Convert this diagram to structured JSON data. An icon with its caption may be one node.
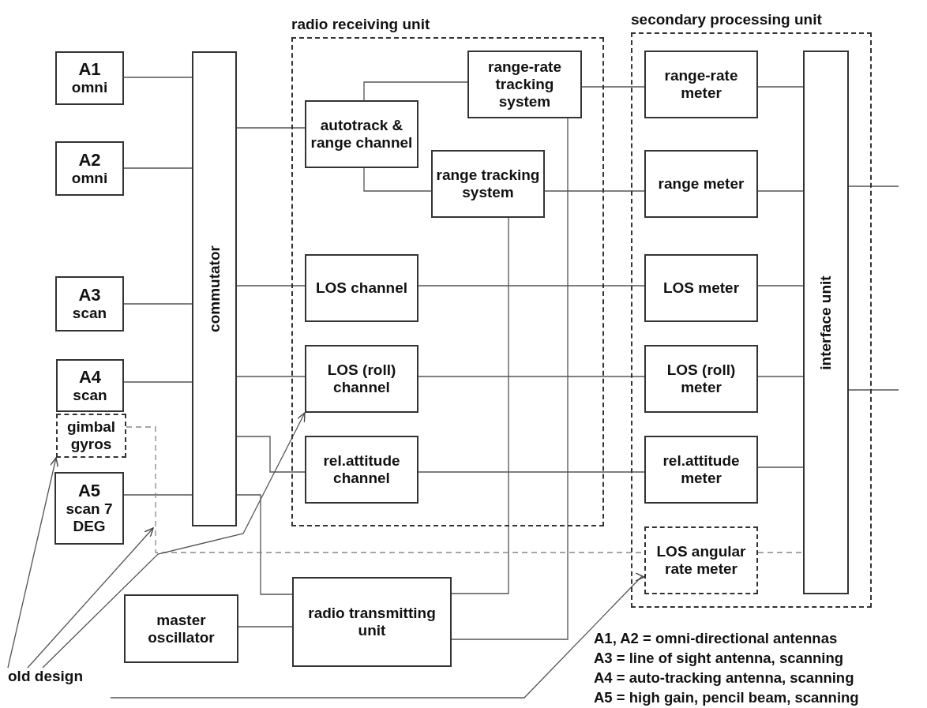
{
  "diagram": {
    "nodes": [
      {
        "text": [
          "A1",
          "omni"
        ]
      },
      {
        "text": [
          "A2",
          "omni"
        ]
      },
      {
        "text": [
          "A3",
          "scan"
        ]
      },
      {
        "text": [
          "A4",
          "scan"
        ]
      },
      {
        "text": [
          "gimbal gyros"
        ]
      },
      {
        "text": [
          "A5",
          "scan 7 DEG"
        ]
      },
      {
        "text": [
          "commutator"
        ]
      },
      {
        "text": [
          "radio receiving unit"
        ]
      },
      {
        "text": [
          "range-rate tracking system"
        ],
        "in": 7
      },
      {
        "text": [
          "autotrack & range channel"
        ],
        "in": 7
      },
      {
        "text": [
          "range tracking system"
        ],
        "in": 7
      },
      {
        "text": [
          "LOS channel"
        ],
        "in": 7
      },
      {
        "text": [
          "LOS (roll) channel"
        ],
        "in": 7
      },
      {
        "text": [
          "rel.attitude channel"
        ],
        "in": 7
      },
      {
        "text": [
          "secondary processing unit"
        ]
      },
      {
        "text": [
          "range-rate meter"
        ],
        "in": 14
      },
      {
        "text": [
          "range meter"
        ],
        "in": 14
      },
      {
        "text": [
          "LOS meter"
        ],
        "in": 14
      },
      {
        "text": [
          "LOS (roll) meter"
        ],
        "in": 14
      },
      {
        "text": [
          "rel.attitude meter"
        ],
        "in": 14
      },
      {
        "text": [
          "LOS angular rate meter"
        ],
        "in": 14
      },
      {
        "text": [
          "interface unit"
        ],
        "in": 14
      },
      {
        "text": [
          "master oscillator"
        ]
      },
      {
        "text": [
          "radio transmitting unit"
        ]
      },
      {
        "text": [
          "old design"
        ]
      }
    ],
    "edges": [
      {
        "from": 0,
        "to": 6,
        "arrow": "none"
      },
      {
        "from": 1,
        "to": 6,
        "arrow": "none"
      },
      {
        "from": 2,
        "to": 6,
        "arrow": "none"
      },
      {
        "from": 3,
        "to": 6,
        "arrow": "none"
      },
      {
        "from": 5,
        "to": 6,
        "arrow": "none"
      },
      {
        "from": 6,
        "to": 9,
        "arrow": "none"
      },
      {
        "from": 6,
        "to": 11,
        "arrow": "none"
      },
      {
        "from": 6,
        "to": 12,
        "arrow": "none"
      },
      {
        "from": 6,
        "to": 13,
        "arrow": "none"
      },
      {
        "from": 6,
        "to": 23,
        "arrow": "none"
      },
      {
        "from": 22,
        "to": 23,
        "arrow": "none"
      },
      {
        "from": 9,
        "to": 8,
        "arrow": "none"
      },
      {
        "from": 9,
        "to": 10,
        "arrow": "none"
      },
      {
        "from": 8,
        "to": 15,
        "arrow": "none"
      },
      {
        "from": 10,
        "to": 16,
        "arrow": "none"
      },
      {
        "from": 11,
        "to": 17,
        "arrow": "none"
      },
      {
        "from": 12,
        "to": 18,
        "arrow": "none"
      },
      {
        "from": 13,
        "to": 19,
        "arrow": "none"
      },
      {
        "from": 10,
        "to": 23,
        "arrow": "none"
      },
      {
        "from": 8,
        "to": 23,
        "arrow": "none"
      },
      {
        "from": 15,
        "to": 21,
        "arrow": "none"
      },
      {
        "from": 16,
        "to": 21,
        "arrow": "none"
      },
      {
        "from": 17,
        "to": 21,
        "arrow": "none"
      },
      {
        "from": 18,
        "to": 21,
        "arrow": "none"
      },
      {
        "from": 19,
        "to": 21,
        "arrow": "none"
      },
      {
        "from": 21,
        "to": null,
        "arrow": "none"
      },
      {
        "from": 21,
        "to": null,
        "arrow": "none"
      },
      {
        "from": 4,
        "to": 20,
        "arrow": "none",
        "style": "dashed",
        "color": "#888888"
      },
      {
        "from": 20,
        "to": 21,
        "arrow": "none",
        "style": "dashed",
        "color": "#888888"
      },
      {
        "from": 24,
        "to": 4,
        "arrow": "to"
      },
      {
        "from": 24,
        "to": null,
        "arrow": "to"
      },
      {
        "from": 24,
        "to": 12,
        "arrow": "to"
      },
      {
        "from": 24,
        "to": 20,
        "arrow": "to"
      }
    ],
    "labels": [
      "A1, A2 = omni-directional antennas",
      "A3 = line of sight antenna, scanning",
      "A4 = auto-tracking antenna, scanning",
      "A5 = high gain, pencil beam, scanning"
    ]
  }
}
